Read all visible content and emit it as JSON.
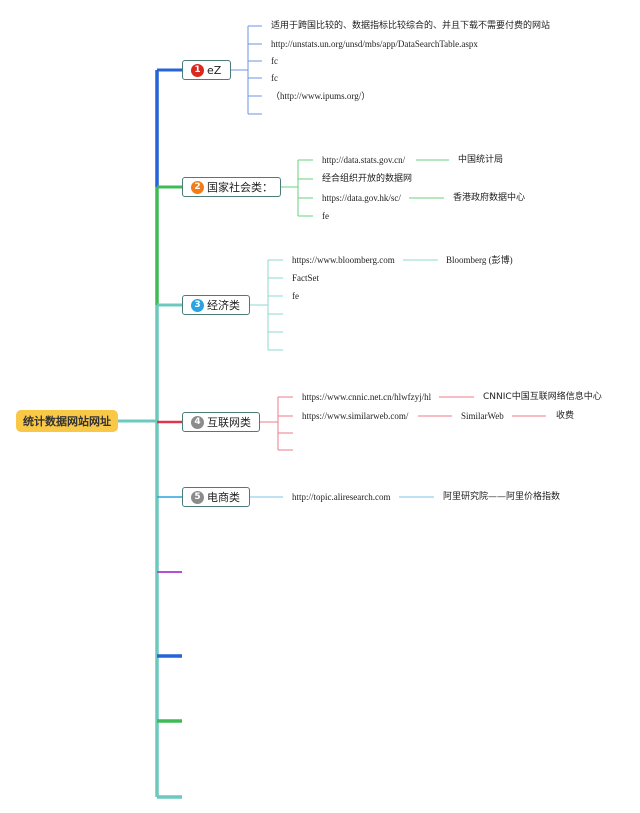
{
  "root": {
    "label": "统计数据网站网址"
  },
  "topics": [
    {
      "num": "1",
      "label": "eZ",
      "badge_color": "#d9281e",
      "items": [
        "适用于跨国比较的、数据指标比较综合的、并且下载不需要付费的网站",
        "http://unstats.un.org/unsd/mbs/app/DataSearchTable.aspx",
        "fc",
        "fc",
        "（http://www.ipums.org/）"
      ]
    },
    {
      "num": "2",
      "label": "国家社会类：",
      "badge_color": "#f07d1a",
      "items": [
        {
          "text": "http://data.stats.gov.cn/",
          "note": "中国统计局"
        },
        {
          "text": "经合组织开放的数据网"
        },
        {
          "text": "https://data.gov.hk/sc/",
          "note": "香港政府数据中心"
        },
        {
          "text": "fe"
        }
      ]
    },
    {
      "num": "3",
      "label": "经济类",
      "badge_color": "#2aa3e0",
      "items": [
        {
          "text": "https://www.bloomberg.com",
          "note": "Bloomberg (彭博)"
        },
        {
          "text": "FactSet"
        },
        {
          "text": "fe"
        }
      ]
    },
    {
      "num": "4",
      "label": "互联网类",
      "badge_color": "#8c8c8c",
      "items": [
        {
          "text": "https://www.cnnic.net.cn/hlwfzyj/hl",
          "note": "CNNIC中国互联网络信息中心"
        },
        {
          "text": "https://www.similarweb.com/",
          "note": "SimilarWeb",
          "note2": "收费"
        }
      ]
    },
    {
      "num": "5",
      "label": "电商类",
      "badge_color": "#8c8c8c",
      "items": [
        {
          "text": "http://topic.aliresearch.com",
          "note": "阿里研究院——阿里价格指数"
        }
      ]
    }
  ],
  "colors": {
    "trunk_teal": "#6cc9bd",
    "blue": "#2464d6",
    "green": "#3dbb55",
    "red": "#e0344a",
    "purple": "#b44fd6",
    "topic_border": "#4a7c78",
    "root_fill": "#f9c846"
  }
}
